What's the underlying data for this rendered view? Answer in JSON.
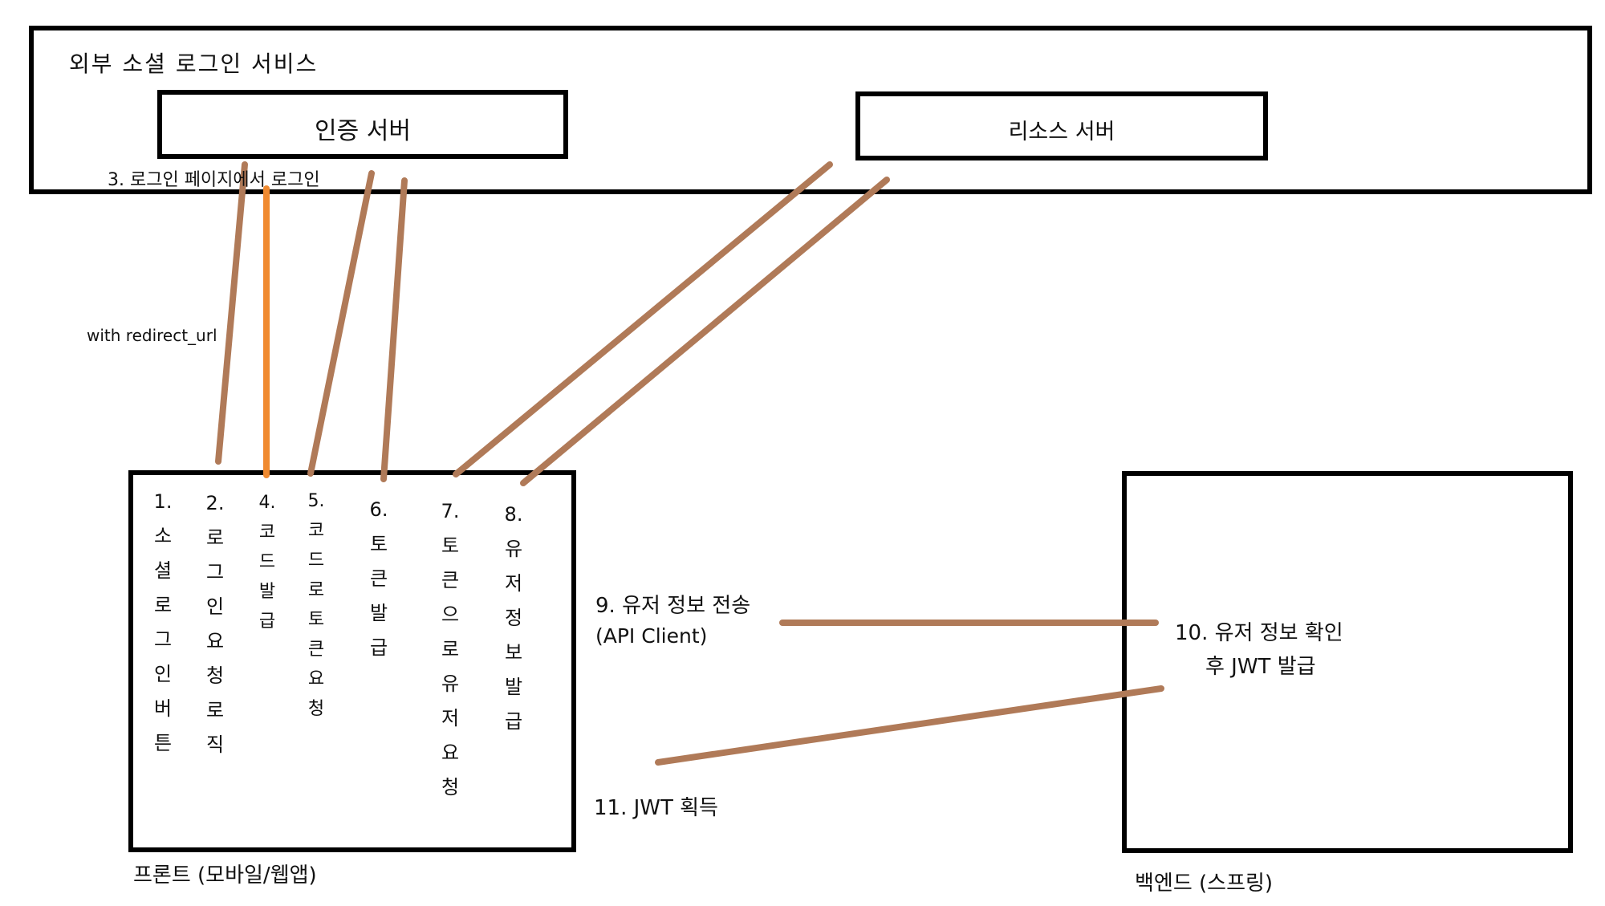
{
  "external_service": {
    "title": "외부 소셜 로그인 서비스",
    "auth_server": "인증 서버",
    "resource_server": "리소스 서버"
  },
  "annotations": {
    "login_on_page": "3. 로그인 페이지에서 로그인",
    "redirect": "with redirect_url",
    "send_user_info_line1": "9. 유저 정보 전송",
    "send_user_info_line2": "(API Client)",
    "verify_line1": "10. 유저 정보 확인",
    "verify_line2": "후 JWT 발급",
    "jwt_acquire": "11. JWT 획득"
  },
  "front": {
    "caption": "프론트 (모바일/웹앱)",
    "steps": [
      {
        "num": "1.",
        "text": "소셜로그인버튼"
      },
      {
        "num": "2.",
        "text": "로그인요청로직"
      },
      {
        "num": "4.",
        "text": "코드발급"
      },
      {
        "num": "5.",
        "text": "코드로토큰요청"
      },
      {
        "num": "6.",
        "text": "토큰발급"
      },
      {
        "num": "7.",
        "text": "토큰으로유저요청"
      },
      {
        "num": "8.",
        "text": "유저정보발급"
      }
    ]
  },
  "backend": {
    "caption": "백엔드 (스프링)"
  },
  "colors": {
    "line_brown": "#b07a58",
    "line_orange": "#f08a30",
    "border": "#000000"
  }
}
